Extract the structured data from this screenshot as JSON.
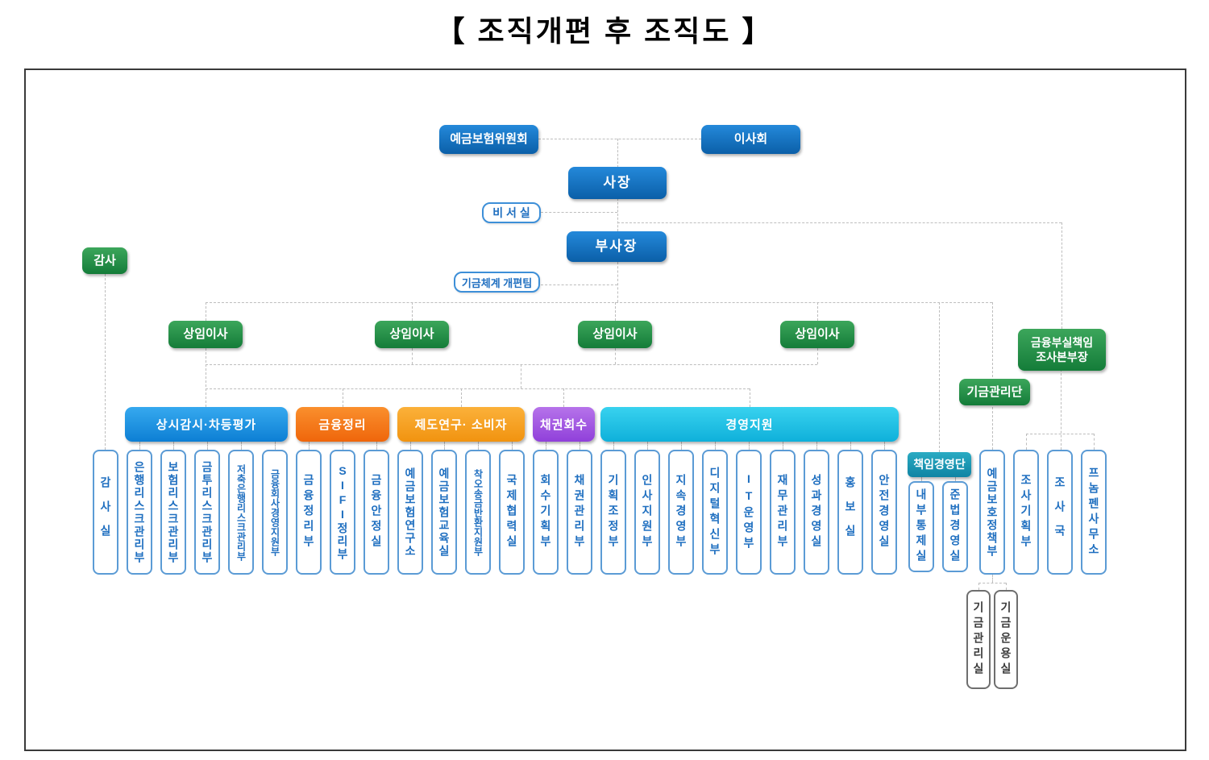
{
  "title": "【 조직개편 후 조직도 】",
  "top": {
    "committee": "예금보험위원회",
    "board": "이사회",
    "president": "사장",
    "secretariat": "비 서 실",
    "vice_president": "부사장",
    "auditor": "감사",
    "fund_system_reform_team": "기금체계 개편팀",
    "standing_director": "상임이사",
    "insolvency_investigation_head": "금융부실책임\n조사본부장",
    "fund_management_group": "기금관리단",
    "accountable_management_group": "책임경영단"
  },
  "division_bars": [
    {
      "label": "상시감시·차등평가",
      "color": "#1b8fe0"
    },
    {
      "label": "금융정리",
      "color": "#f4751a"
    },
    {
      "label": "제도연구· 소비자",
      "color": "#f5a021"
    },
    {
      "label": "채권회수",
      "color": "#a557e2"
    },
    {
      "label": "경영지원",
      "color": "#1fc1e4"
    }
  ],
  "departments": [
    "감사실",
    "은행리스크관리부",
    "보험리스크관리부",
    "금투리스크관리부",
    "저축은행리스크관리부",
    "금융회사경영지원부",
    "금융정리부",
    "SIFI정리부",
    "금융안정실",
    "예금보험연구소",
    "예금보험교육실",
    "착오송금반환지원부",
    "국제협력실",
    "회수기획부",
    "채권관리부",
    "기획조정부",
    "인사지원부",
    "지속경영부",
    "디지털혁신부",
    "IT운영부",
    "재무관리부",
    "성과경영실",
    "홍보실",
    "안전경영실",
    "내부통제실",
    "준법경영실",
    "예금보호정책부",
    "조사기획부",
    "조사국",
    "프놈펜사무소"
  ],
  "fund_offices": [
    "기금관리실",
    "기금운용실"
  ]
}
